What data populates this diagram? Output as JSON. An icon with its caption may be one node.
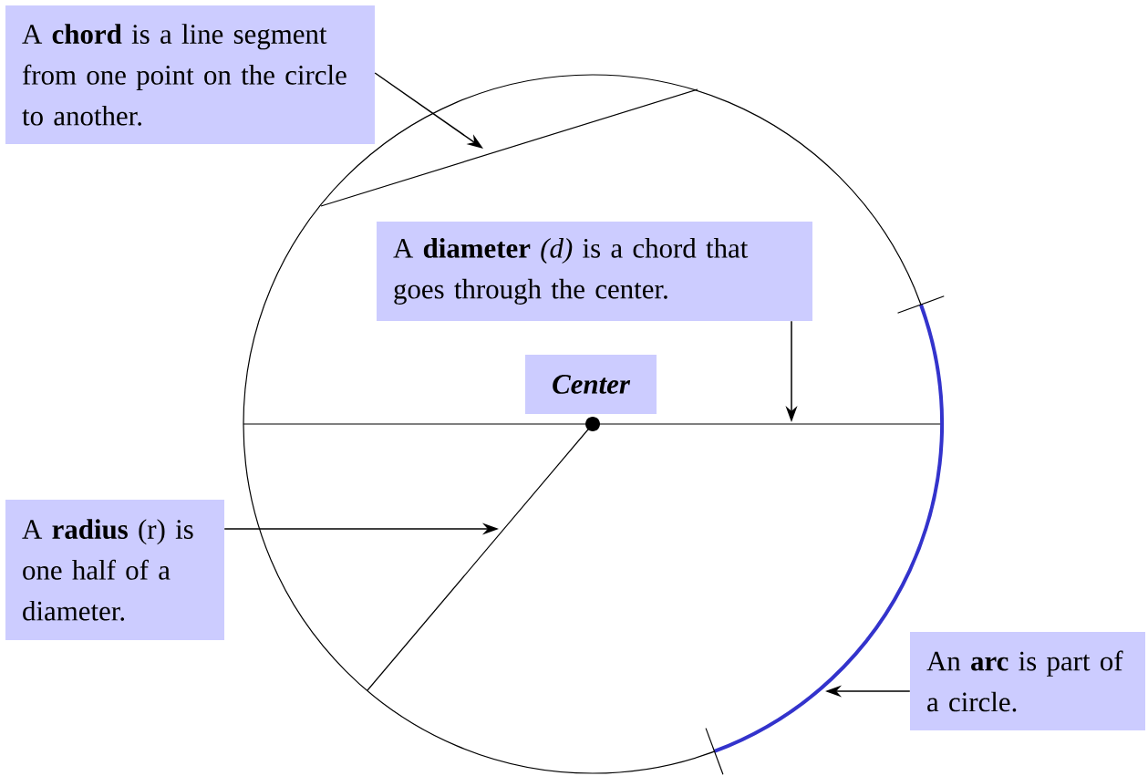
{
  "diagram": {
    "nodes": [
      {
        "text": [
          "A **chord** is a line segment from one point on the circle to another."
        ]
      },
      {
        "text": [
          "A **diameter** *(d)* is a chord that goes through the center."
        ]
      },
      {
        "text": [
          "Center"
        ]
      },
      {
        "text": [
          "A **radius** (r) is one half of a diameter."
        ]
      },
      {
        "text": [
          "An **arc** is part of a circle."
        ]
      }
    ],
    "edges": [
      {
        "from": 0,
        "to": null,
        "arrow": "to"
      },
      {
        "from": 1,
        "to": null,
        "arrow": "to"
      },
      {
        "from": 3,
        "to": null,
        "arrow": "to"
      },
      {
        "from": 4,
        "to": null,
        "arrow": "to"
      }
    ]
  }
}
